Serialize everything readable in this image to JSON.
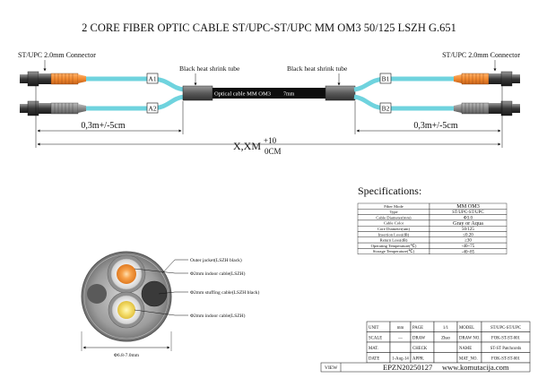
{
  "title": "2 CORE FIBER OPTIC CABLE ST/UPC-ST/UPC MM OM3 50/125 LSZH G.651",
  "drawing": {
    "left_connector_label": "ST/UPC 2.0mm Connector",
    "right_connector_label": "ST/UPC 2.0mm Connector",
    "left_tube_label": "Black heat shrink tube",
    "right_tube_label": "Black heat shrink tube",
    "cable_text": "Optical cable MM OM3",
    "cable_dia": "7mm",
    "leg_tags": [
      "A1",
      "A2",
      "B1",
      "B2"
    ],
    "left_length": "0,3m+/-5cm",
    "right_length": "0,3m+/-5cm",
    "total_length": "X,XM",
    "tol_plus": "+10",
    "tol_minus": "0CM"
  },
  "specs": {
    "heading": "Specifications:",
    "rows": [
      [
        "Fiber Mode",
        "MM OM3"
      ],
      [
        "Type",
        "ST/UPC-ST/UPC"
      ],
      [
        "Cable Diameter(mm)",
        "Φ3.0"
      ],
      [
        "Cable Color",
        "Gray or Aqua"
      ],
      [
        "Core Diameter(um)",
        "50/125"
      ],
      [
        "Insertion Loss(dB)",
        "≤0.20"
      ],
      [
        "Return Loss(dB)",
        "≥30"
      ],
      [
        "Operating Temperature(℃)",
        "-40~75"
      ],
      [
        "Storage Temperature(℃)",
        "-40~85"
      ]
    ]
  },
  "cross_section": {
    "callouts": [
      "Outer jacket(LSZH black)",
      "Φ2mm indoor cable(LSZH)",
      "Φ2mm stuffing cable(LSZH black)",
      "Φ2mm indoor cable(LSZH)"
    ],
    "diameter": "Φ6.8-7.0mm"
  },
  "title_block": {
    "rows": [
      [
        "UNIT",
        "mm",
        "PAGE",
        "1/1",
        "MODEL",
        "ST/UPC-ST/UPC"
      ],
      [
        "SCALE",
        "—",
        "DRAW",
        "Zhao",
        "DRAW NO.",
        "FOK-ST-ST-001"
      ],
      [
        "MAT.",
        "",
        "CHECK",
        "",
        "NAME",
        "ST-ST Patchcords"
      ],
      [
        "DATE",
        "1-Aug-14",
        "APPR.",
        "",
        "MAT_NO.",
        "FOK-ST-ST-001"
      ]
    ],
    "view": "VIEW",
    "code": "EPZN20250127",
    "site": "www.komutacija.com"
  },
  "colors": {
    "aqua": "#6fd3de",
    "orange": "#f28a30",
    "gray": "#8a8a8a",
    "black": "#111111"
  }
}
